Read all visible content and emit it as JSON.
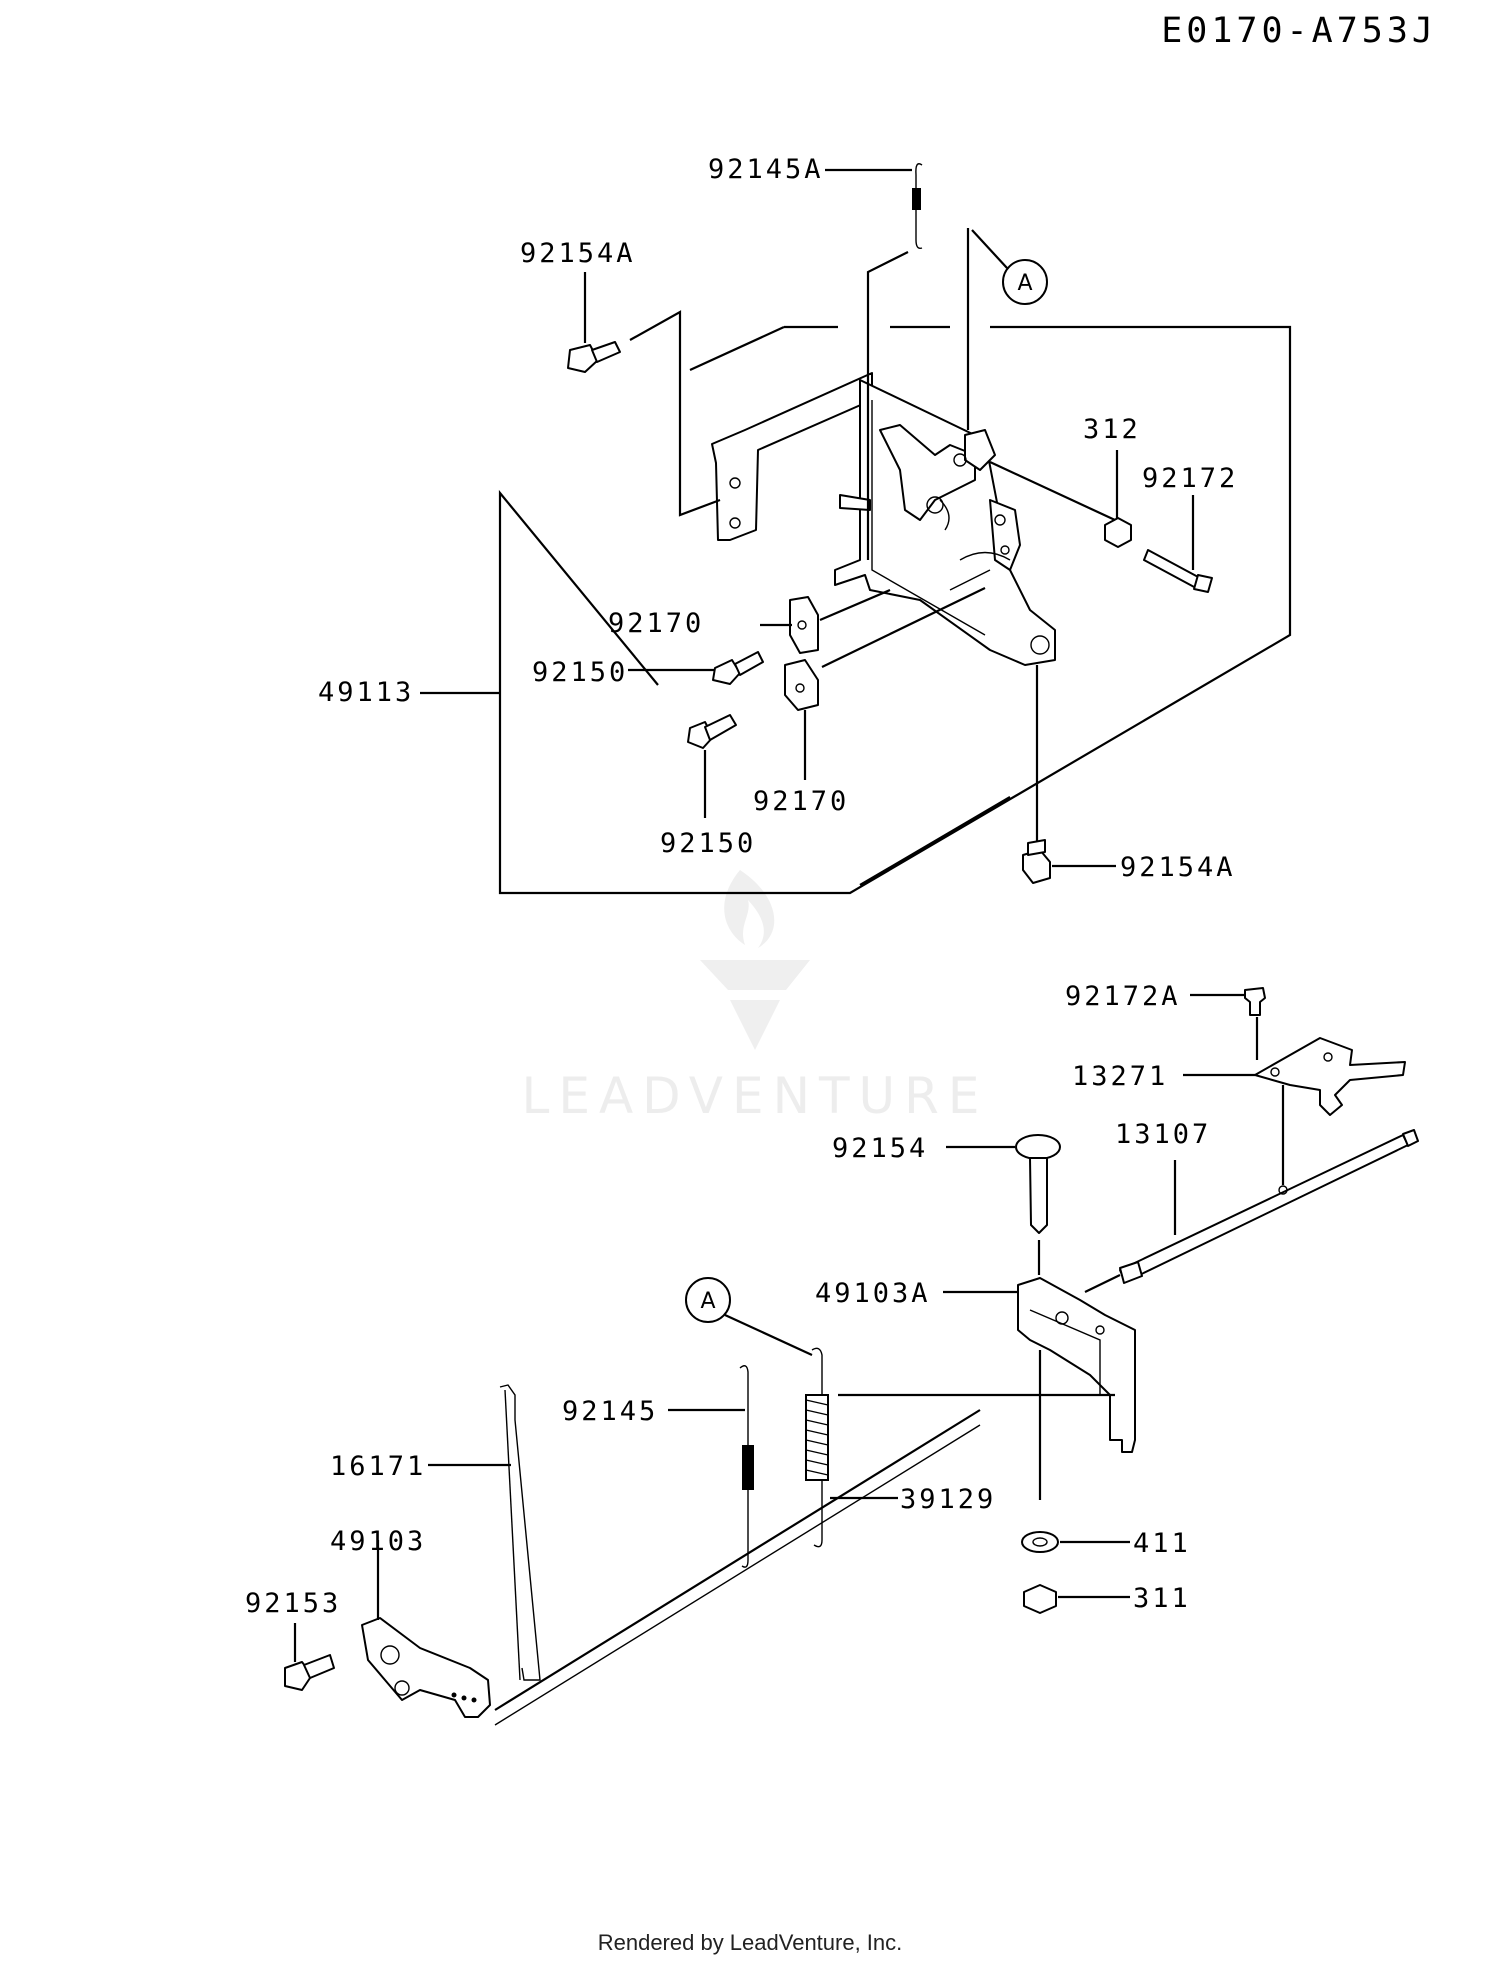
{
  "diagram_code": "E0170-A753J",
  "footer": "Rendered by LeadVenture, Inc.",
  "watermark": "LEADVENTURE",
  "callout_letter": "A",
  "parts": {
    "p92145A": "92145A",
    "p92154A_top": "92154A",
    "p312": "312",
    "p92172": "92172",
    "p92170_a": "92170",
    "p92150_a": "92150",
    "p49113": "49113",
    "p92150_b": "92150",
    "p92170_b": "92170",
    "p92154A_bottom": "92154A",
    "p92172A": "92172A",
    "p13271": "13271",
    "p92154": "92154",
    "p13107": "13107",
    "p49103A": "49103A",
    "p92145": "92145",
    "p16171": "16171",
    "p39129": "39129",
    "p49103": "49103",
    "p411": "411",
    "p92153": "92153",
    "p311": "311"
  }
}
